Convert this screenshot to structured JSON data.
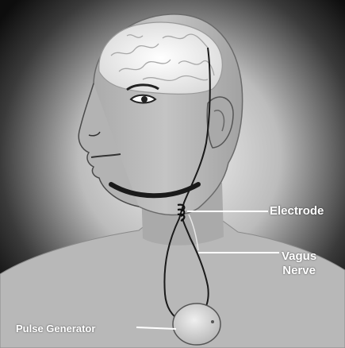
{
  "labels": {
    "electrode": "Electrode",
    "vagus_line1": "Vagus",
    "vagus_line2": "Nerve",
    "pulse_generator": "Pulse Generator"
  },
  "colors": {
    "background_center": "#e8e8e8",
    "background_edge": "#111111",
    "skin": "#bdbdbd",
    "skin_shadow": "#8e8e8e",
    "brain": "#f4f4f4",
    "label_text": "#ffffff"
  }
}
